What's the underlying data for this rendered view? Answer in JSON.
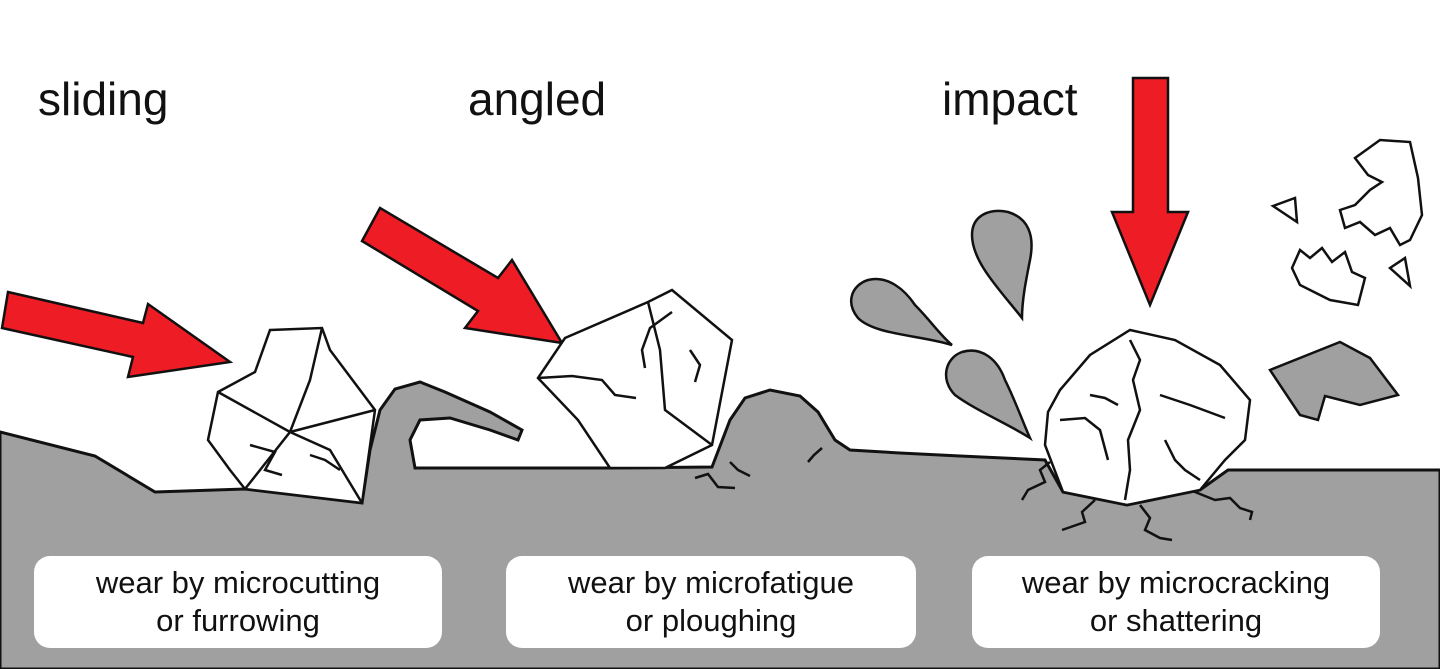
{
  "diagram": {
    "modes": [
      {
        "label": "sliding",
        "caption_line1": "wear by microcutting",
        "caption_line2": "or furrowing"
      },
      {
        "label": "angled",
        "caption_line1": "wear by microfatigue",
        "caption_line2": "or ploughing"
      },
      {
        "label": "impact",
        "caption_line1": "wear by microcracking",
        "caption_line2": "or shattering"
      }
    ],
    "colors": {
      "arrow": "#ee1c25",
      "material": "#a0a0a0",
      "particle": "#ffffff",
      "outline": "#111111"
    }
  }
}
